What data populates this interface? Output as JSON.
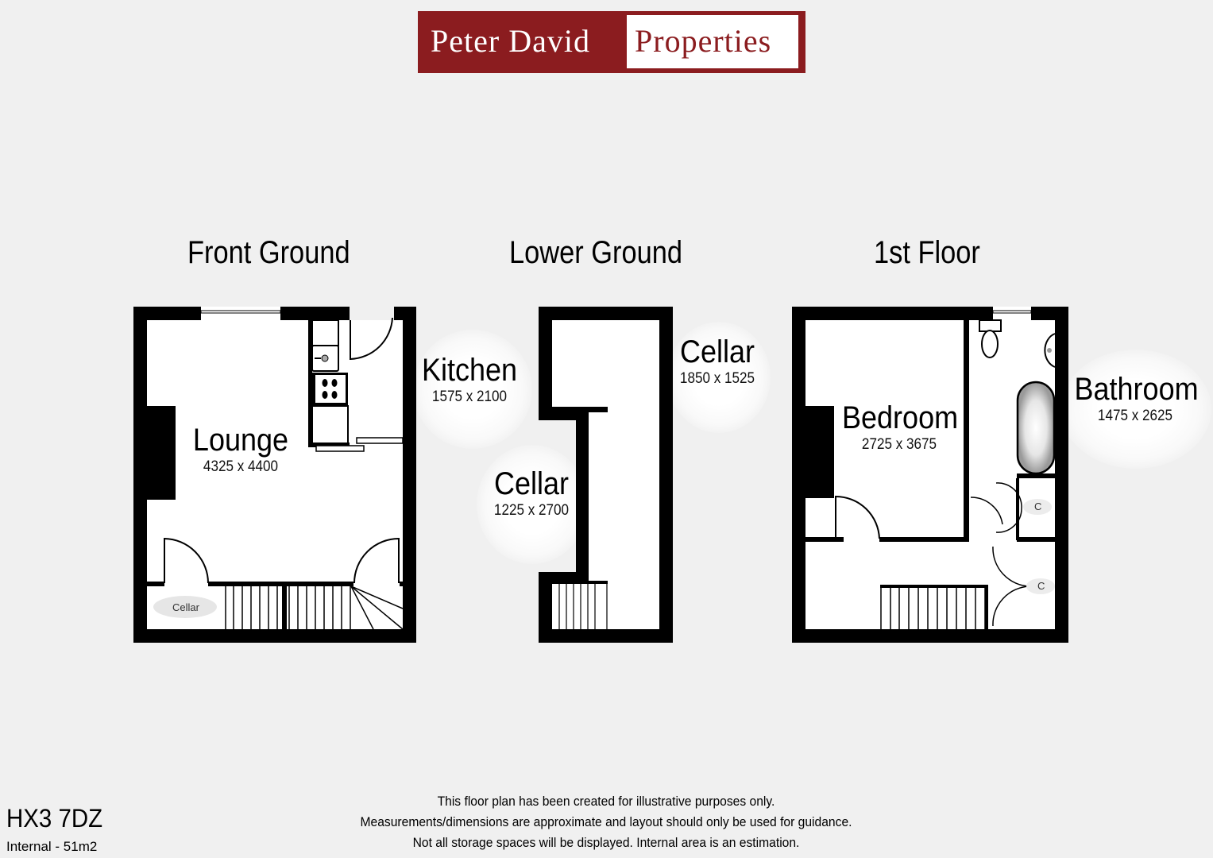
{
  "brand": {
    "name_left": "Peter David",
    "name_right": "Properties",
    "color_primary": "#8b1c1f",
    "color_secondary": "#ffffff"
  },
  "floors": [
    {
      "title": "Front Ground",
      "rooms": [
        {
          "name": "Lounge",
          "dims": "4325 x 4400"
        },
        {
          "name": "Kitchen",
          "dims": "1575 x 2100"
        },
        {
          "name": "Cellar",
          "dims": ""
        }
      ]
    },
    {
      "title": "Lower Ground",
      "rooms": [
        {
          "name": "Cellar",
          "dims": "1850 x 1525"
        },
        {
          "name": "Cellar",
          "dims": "1225 x 2700"
        }
      ]
    },
    {
      "title": "1st Floor",
      "rooms": [
        {
          "name": "Bedroom",
          "dims": "2725 x 3675"
        },
        {
          "name": "Bathroom",
          "dims": "1475 x 2625"
        },
        {
          "name": "C",
          "dims": ""
        },
        {
          "name": "C",
          "dims": ""
        }
      ]
    }
  ],
  "footer": {
    "postcode": "HX3 7DZ",
    "internal_area": "Internal - 51m2",
    "disclaimer": [
      "This floor plan has been created for illustrative purposes only.",
      "Measurements/dimensions are approximate and layout should only be used for guidance.",
      "Not all storage spaces will be displayed. Internal area is an estimation."
    ]
  }
}
